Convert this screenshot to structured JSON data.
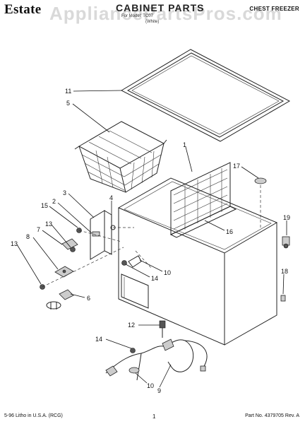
{
  "header": {
    "brand": "Estate",
    "title": "CABINET PARTS",
    "right_label": "CHEST FREEZER",
    "sub_line1": "For Model: TC07",
    "sub_line2": "(White)"
  },
  "watermark": "AppliancePartsPros.com",
  "footer": {
    "left": "5-96 Litho in U.S.A. (RCG)",
    "page": "1",
    "right": "Part No. 4379705 Rev. A"
  },
  "callouts": {
    "c11": "11",
    "c5": "5",
    "c1": "1",
    "c17": "17",
    "c16": "16",
    "c3": "3",
    "c2": "2",
    "c4": "4",
    "c15": "15",
    "c13a": "13",
    "c8": "8",
    "c7": "7",
    "c13b": "13",
    "c19": "19",
    "c10a": "10",
    "c14a": "14",
    "c18": "18",
    "c6": "6",
    "c12": "12",
    "c14b": "14",
    "c10b": "10",
    "c9": "9"
  }
}
